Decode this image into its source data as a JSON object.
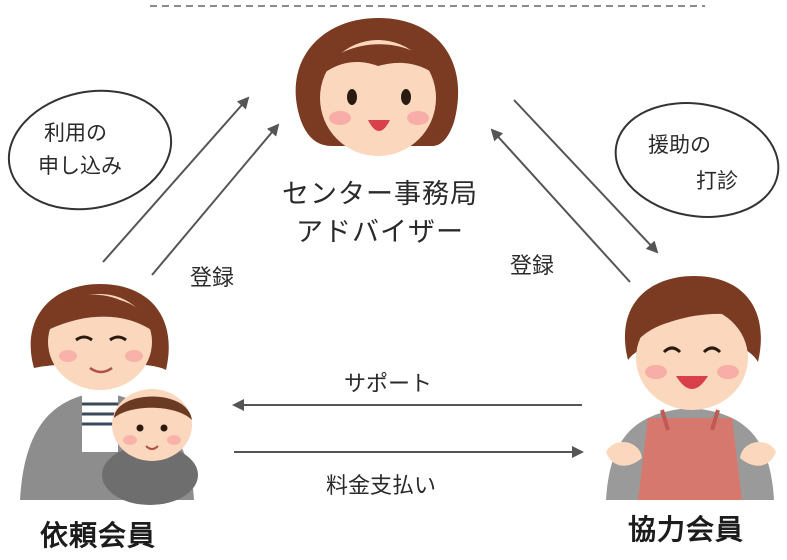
{
  "center": {
    "line1": "センター事務局",
    "line2": "アドバイザー"
  },
  "bubbles": {
    "left": {
      "line1": "利用の",
      "line2": "申し込み"
    },
    "right": {
      "line1": "援助の",
      "line2": "打診"
    }
  },
  "labels": {
    "register_left": "登録",
    "register_right": "登録",
    "support": "サポート",
    "payment": "料金支払い"
  },
  "members": {
    "requester": "依頼会員",
    "cooperator": "協力会員"
  },
  "colors": {
    "arrow": "#555555",
    "hair": "#7a3b22",
    "skin": "#fbd8bd",
    "cheek": "#f7a3a3",
    "apron": "#d7786f",
    "cardigan": "#8d8d8d"
  }
}
